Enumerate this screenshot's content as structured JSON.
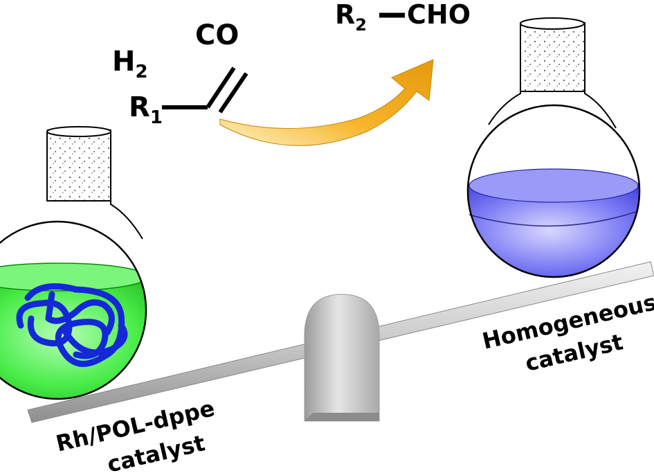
{
  "reaction": {
    "hydrogen": "H",
    "hydrogen_sub": "2",
    "carbon_monoxide": "CO",
    "reactant_group": "R",
    "reactant_sub": "1",
    "product_group": "R",
    "product_sub": "2",
    "product_func": "CHO"
  },
  "labels": {
    "left_line1": "Rh/POL-dppe",
    "left_line2": "catalyst",
    "right_line1": "Homogeneous",
    "right_line2": "catalyst"
  },
  "colors": {
    "green_liquid": "#2fe02f",
    "blue_liquid": "#5a5af2",
    "polymer": "#1428d8",
    "arrow": "#f2a91c",
    "beam": "#bdbdbd"
  }
}
